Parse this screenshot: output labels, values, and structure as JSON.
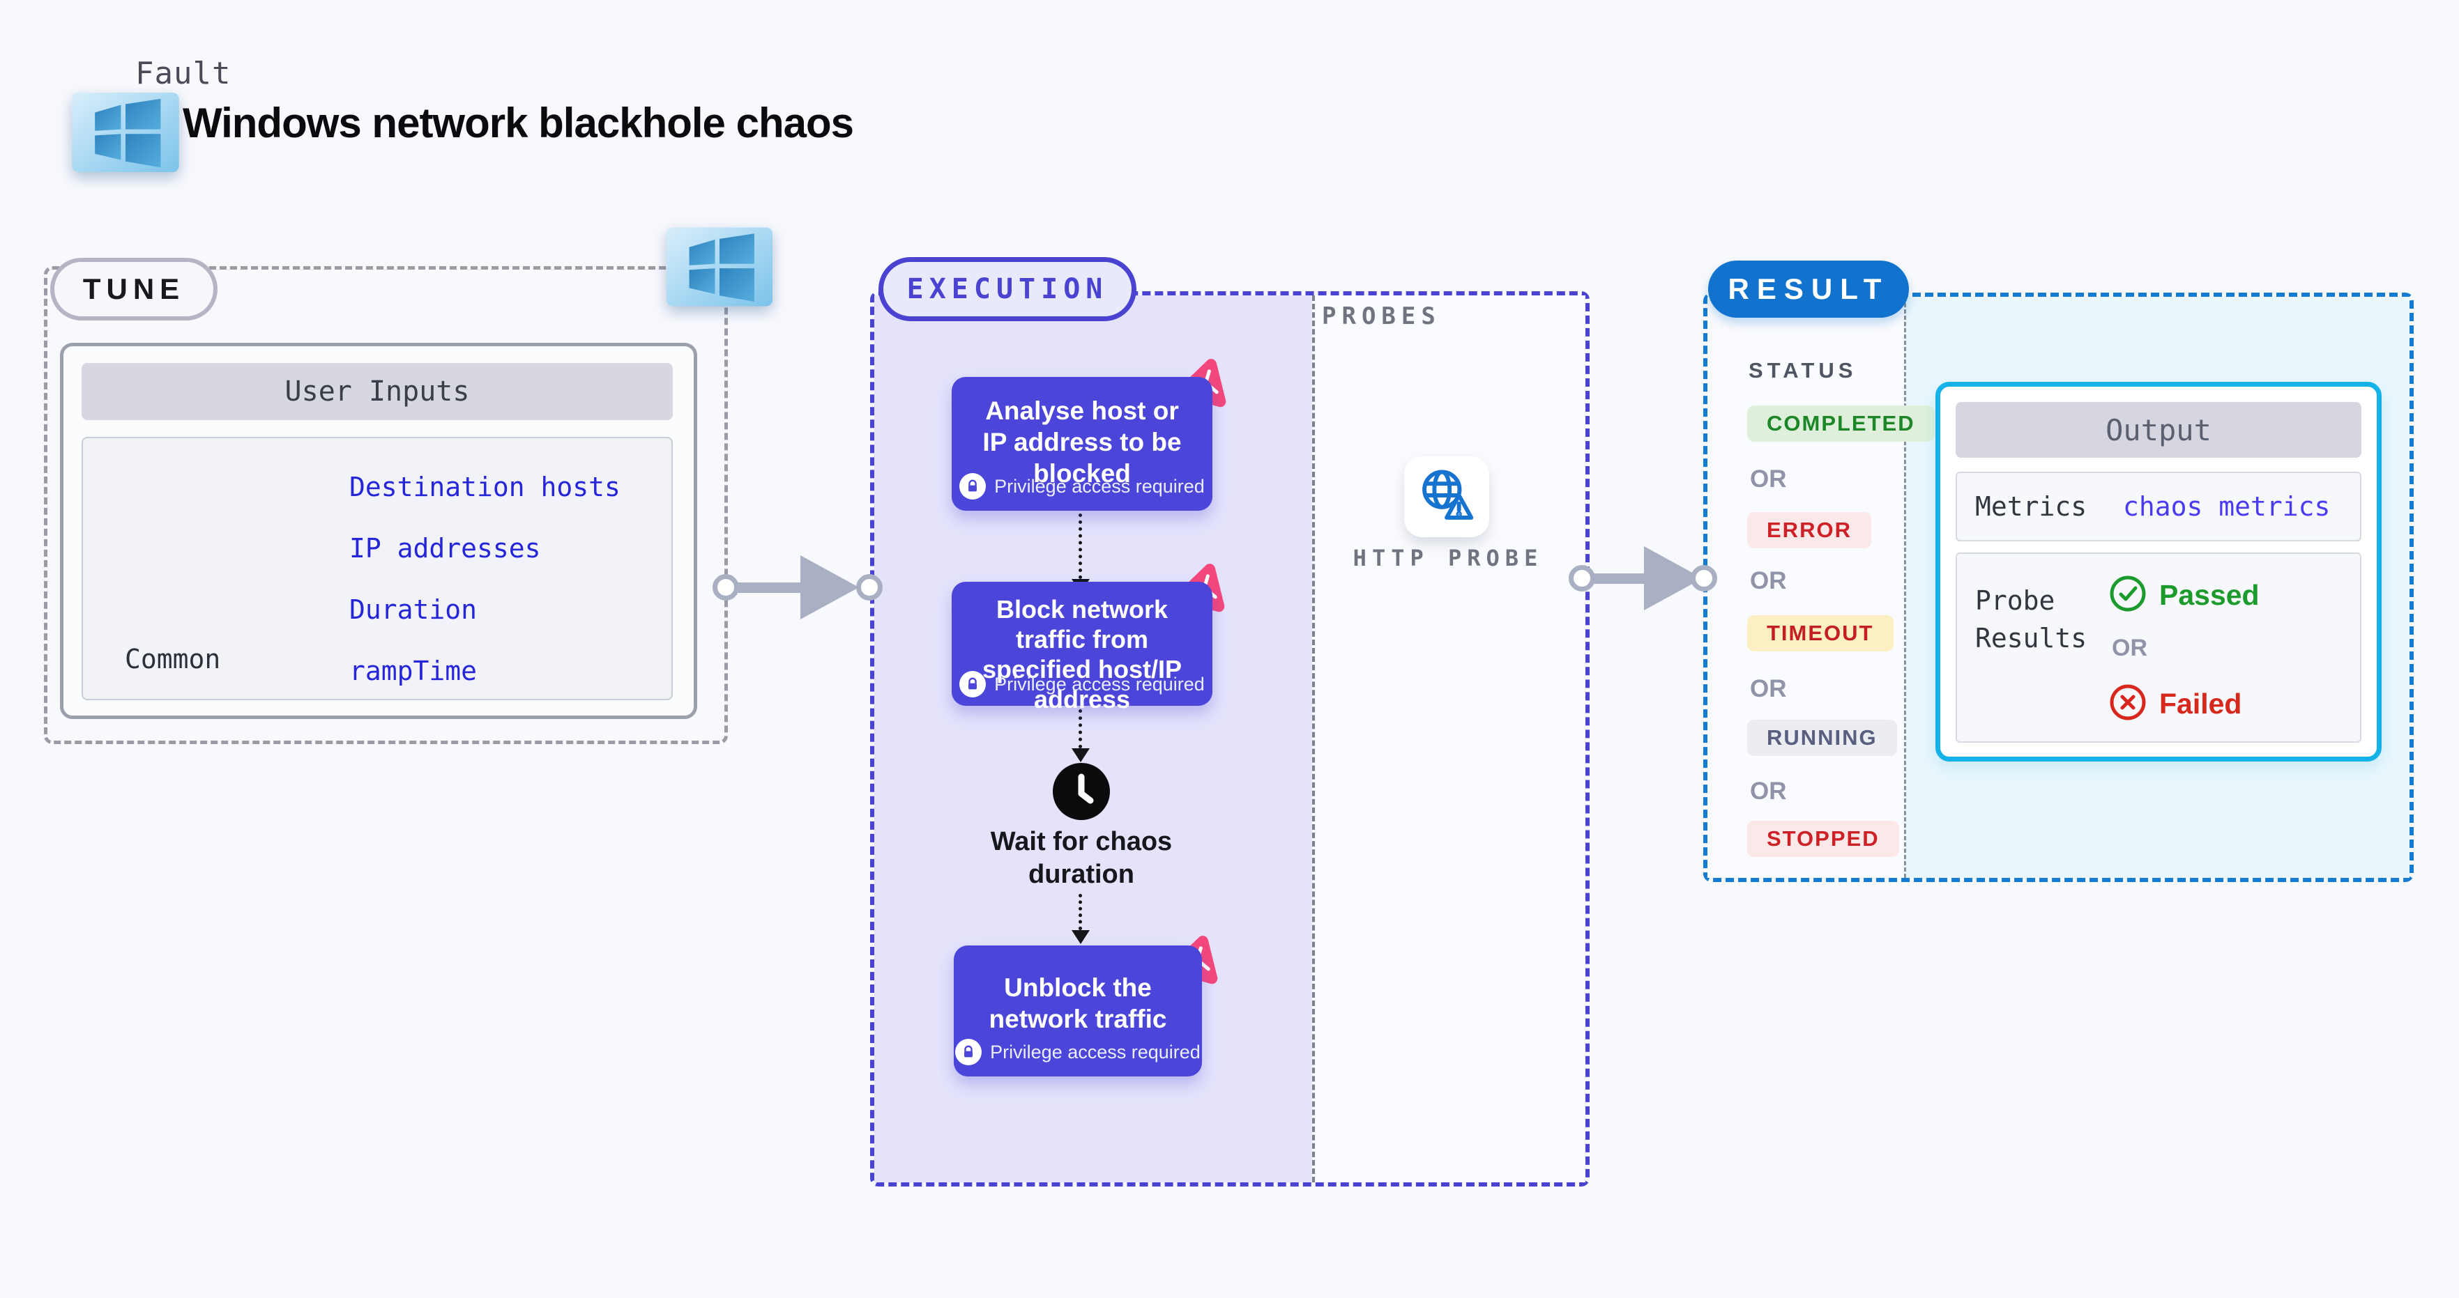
{
  "header": {
    "kicker": "Fault",
    "title": "Windows network blackhole chaos"
  },
  "tune": {
    "label": "TUNE",
    "user_inputs": {
      "header": "User Inputs",
      "category": "Common",
      "fields": [
        "Destination hosts",
        "IP addresses",
        "Duration",
        "rampTime"
      ]
    }
  },
  "execution": {
    "label": "EXECUTION",
    "steps": [
      {
        "title": "Analyse host or IP address to be blocked",
        "note": "Privilege access required"
      },
      {
        "title": "Block network traffic from specified host/IP address",
        "note": "Privilege access required"
      },
      {
        "title": "Wait for chaos duration"
      },
      {
        "title": "Unblock the network traffic",
        "note": "Privilege access required"
      }
    ]
  },
  "probes": {
    "label": "PROBES",
    "probe_name": "HTTP PROBE"
  },
  "result": {
    "label": "RESULT",
    "status_heading": "STATUS",
    "or_label": "OR",
    "statuses": [
      {
        "label": "COMPLETED",
        "bg": "#def0dc",
        "fg": "#1d8727"
      },
      {
        "label": "ERROR",
        "bg": "#fae9e8",
        "fg": "#cd2027"
      },
      {
        "label": "TIMEOUT",
        "bg": "#fcefc3",
        "fg": "#c41e20"
      },
      {
        "label": "RUNNING",
        "bg": "#ebedf3",
        "fg": "#595f7e"
      },
      {
        "label": "STOPPED",
        "bg": "#fae9e8",
        "fg": "#cd2027"
      }
    ],
    "output": {
      "header": "Output",
      "metrics_label": "Metrics",
      "metrics_value": "chaos metrics",
      "probe_results_label": "Probe Results",
      "passed": "Passed",
      "failed": "Failed"
    }
  },
  "colors": {
    "accent_indigo": "#4a43d2",
    "node_purple": "#4b46d9",
    "lavender": "#e4e3fb",
    "pinwheel_pink": "#f4487c",
    "result_blue": "#1173cd",
    "output_border_cyan": "#15b2e9",
    "cyan_bg": "#e9f6fc",
    "link_blue": "#2626d9",
    "arrow_gray": "#aab0c4",
    "passed_green": "#1d9a2c",
    "failed_red": "#d7281e"
  }
}
